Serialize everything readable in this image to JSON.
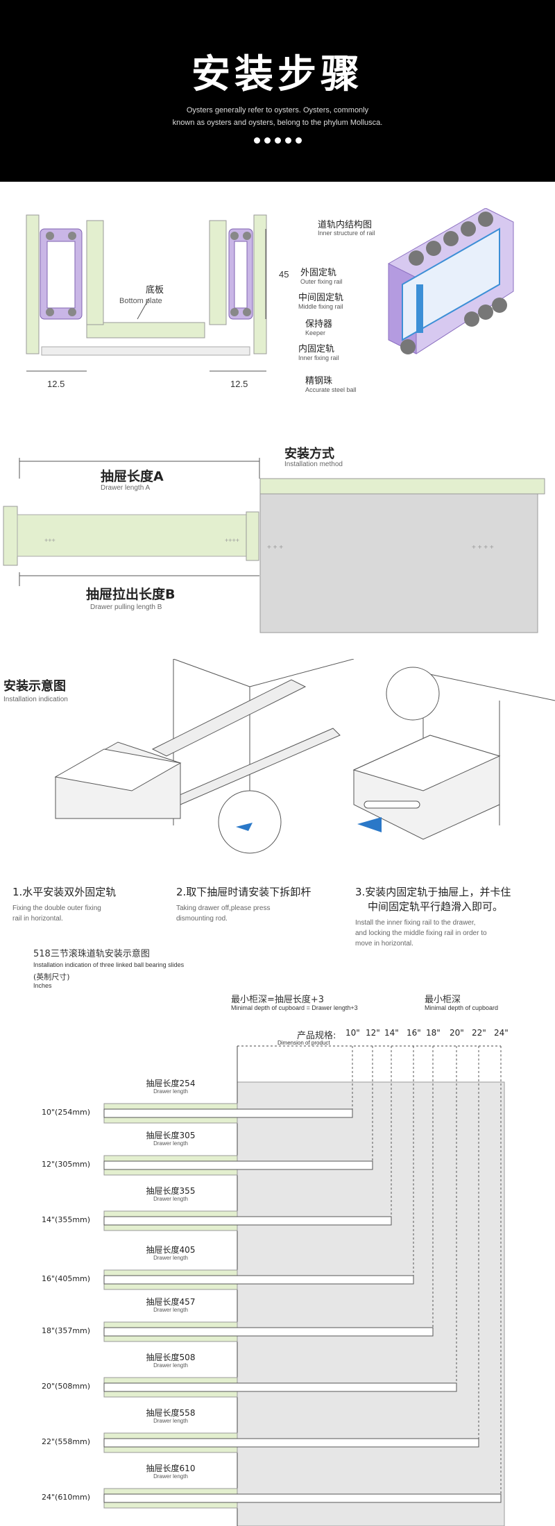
{
  "header": {
    "title": "安装步骤",
    "subtitle_line1": "Oysters generally refer to oysters. Oysters, commonly",
    "subtitle_line2": "known as oysters and oysters, belong to the phylum Mollusca."
  },
  "rail_section": {
    "bottom_plate_cn": "底板",
    "bottom_plate_en": "Bottom plate",
    "height_dim": "45",
    "left_dim": "12.5",
    "right_dim": "12.5",
    "inner_title_cn": "道轨内结构图",
    "inner_title_en": "Inner structure of rail",
    "parts": [
      {
        "cn": "外固定轨",
        "en": "Outer fixing rail"
      },
      {
        "cn": "中间固定轨",
        "en": "Middle fixing rail"
      },
      {
        "cn": "保持器",
        "en": "Keeper"
      },
      {
        "cn": "内固定轨",
        "en": "Inner fixing rail"
      },
      {
        "cn": "精钢珠",
        "en": "Accurate steel ball"
      }
    ]
  },
  "method_section": {
    "title_cn": "安装方式",
    "title_en": "Installation method",
    "drawer_length_cn": "抽屉长度A",
    "drawer_length_en": "Drawer length A",
    "pull_length_cn": "抽屉拉出长度B",
    "pull_length_en": "Drawer pulling length B"
  },
  "indication_section": {
    "title_cn": "安装示意图",
    "title_en": "Installation indication",
    "steps": [
      {
        "title": "1.水平安装双外固定轨",
        "en1": "Fixing the double outer fixing",
        "en2": "rail in horizontal."
      },
      {
        "title": "2.取下抽屉时请安装下拆卸杆",
        "en1": "Taking drawer off,please press",
        "en2": "dismounting rod."
      },
      {
        "title1": "3.安装内固定轨于抽屉上，并卡住",
        "title2": "中间固定轨平行趋滑入即可。",
        "en1": "Install the inner fixing rail to the drawer,",
        "en2": "and locking the middle fixing rail in order to",
        "en3": "move in horizontal."
      }
    ]
  },
  "size_section": {
    "title_cn": "518三节滚珠道轨安装示意图",
    "title_en": "Installation indication of three linked ball bearing slides",
    "unit_cn": "(英制尺寸)",
    "unit_en": "Inches",
    "min_depth_cn": "最小柜深=抽屉长度+3",
    "min_depth_en": "Minimal depth of cupboard = Drawer length+3",
    "min_cupboard_cn": "最小柜深",
    "min_cupboard_en": "Minimal depth of cupboard",
    "spec_cn": "产品规格:",
    "spec_en": "Dimension of product",
    "spec_sizes": [
      "10\"",
      "12\"",
      "14\"",
      "16\"",
      "18\"",
      "20\"",
      "22\"",
      "24\""
    ],
    "drawer_length_en": "Drawer length",
    "rows": [
      {
        "size": "10\"(254mm)",
        "length": "抽屉长度254"
      },
      {
        "size": "12\"(305mm)",
        "length": "抽屉长度305"
      },
      {
        "size": "14\"(355mm)",
        "length": "抽屉长度355"
      },
      {
        "size": "16\"(405mm)",
        "length": "抽屉长度405"
      },
      {
        "size": "18\"(357mm)",
        "length": "抽屉长度457"
      },
      {
        "size": "20\"(508mm)",
        "length": "抽屉长度508"
      },
      {
        "size": "22\"(558mm)",
        "length": "抽屉长度558"
      },
      {
        "size": "24\"(610mm)",
        "length": "抽屉长度610"
      }
    ]
  },
  "colors": {
    "accent_green": "#e3efcf",
    "rail_purple": "#9b7fc9",
    "rail_blue": "#3c8fd6",
    "cabinet_gray": "#d9d9d9",
    "arrow_blue": "#2a78c8"
  }
}
